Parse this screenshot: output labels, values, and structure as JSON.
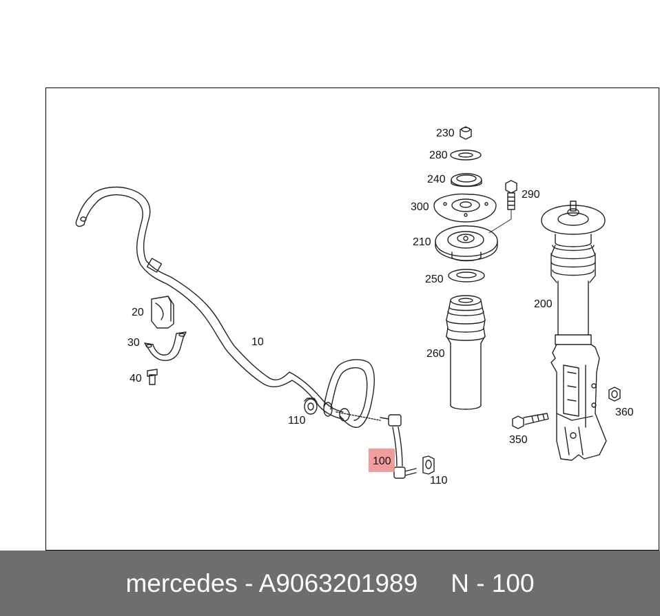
{
  "diagram": {
    "labels": {
      "p230": "230",
      "p280": "280",
      "p240": "240",
      "p290": "290",
      "p300": "300",
      "p210": "210",
      "p250": "250",
      "p200": "200",
      "p260": "260",
      "p20": "20",
      "p30": "30",
      "p40": "40",
      "p10": "10",
      "p110a": "110",
      "p110b": "110",
      "p100": "100",
      "p350": "350",
      "p360": "360"
    },
    "highlight_color": "#f08c8c"
  },
  "footer": {
    "part_text": "mercedes - A9063201989",
    "ref_text": "N - 100"
  }
}
